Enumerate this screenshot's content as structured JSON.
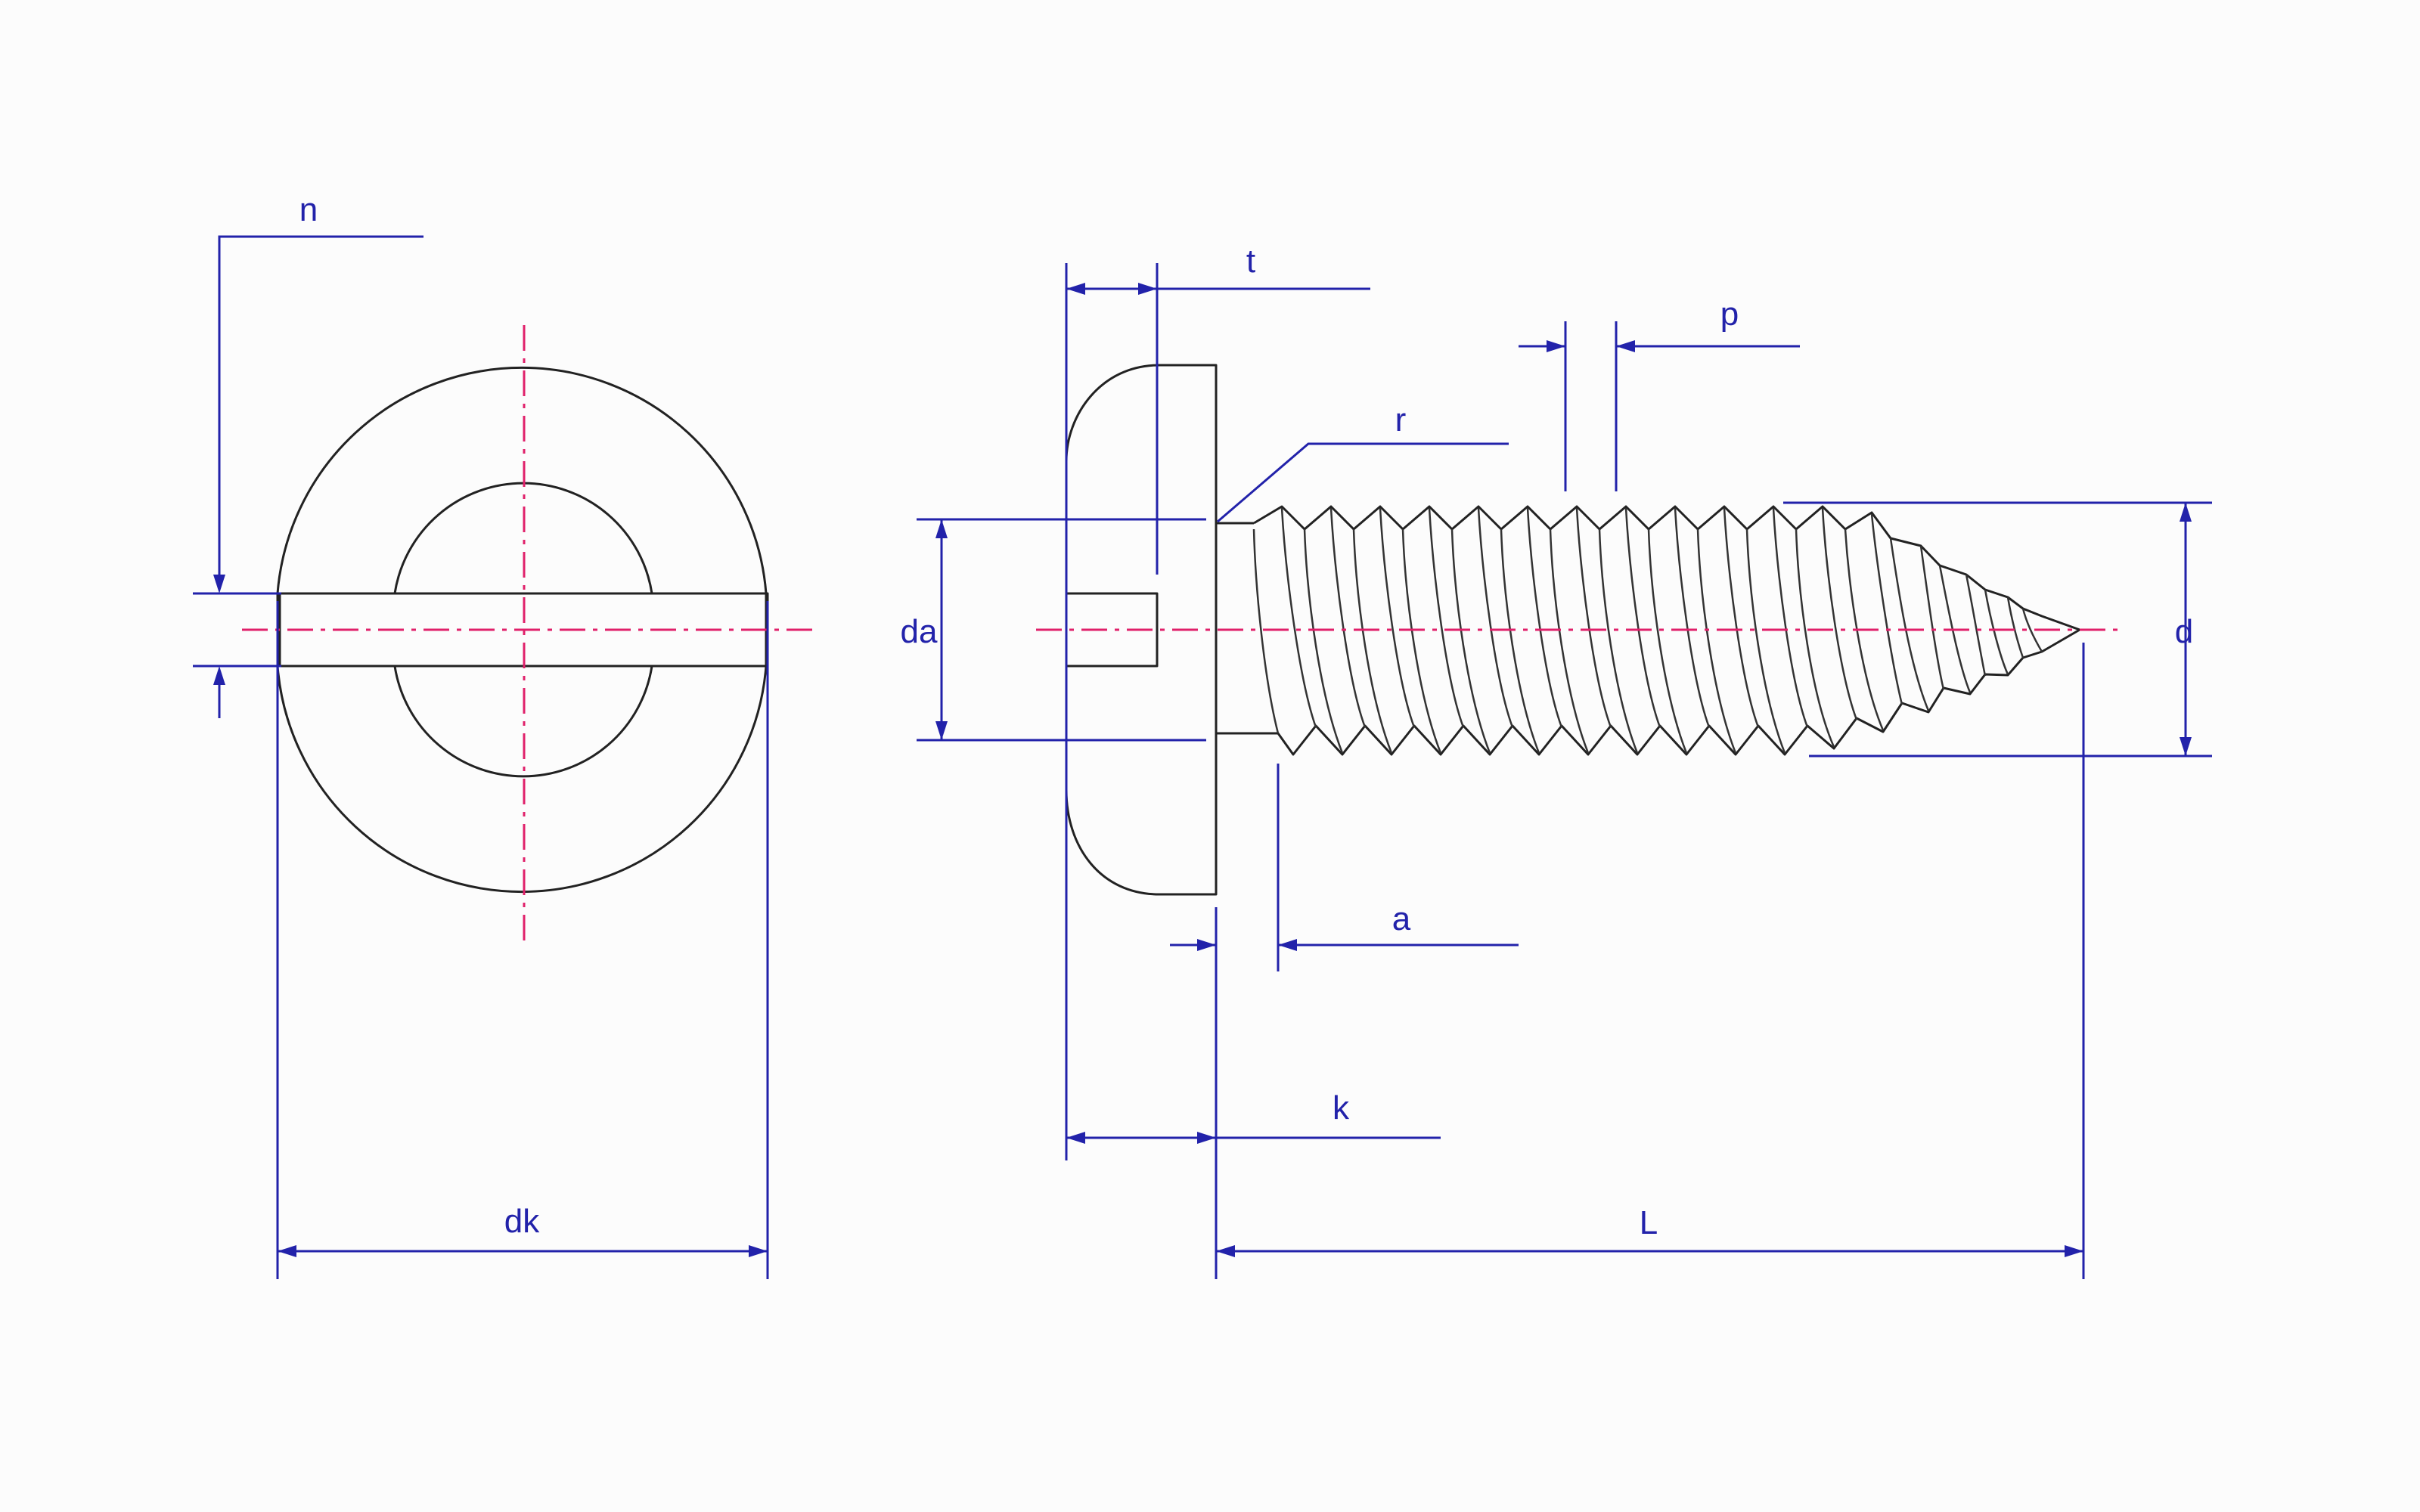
{
  "diagram": {
    "labels": {
      "n": "n",
      "dk": "dk",
      "t": "t",
      "r": "r",
      "p": "p",
      "da": "da",
      "d": "d",
      "a": "a",
      "k": "k",
      "L": "L"
    }
  },
  "colors": {
    "dimension": "#2222aa",
    "centerline": "#e0206a",
    "outline": "#222222",
    "background": "#fcfcfc"
  }
}
